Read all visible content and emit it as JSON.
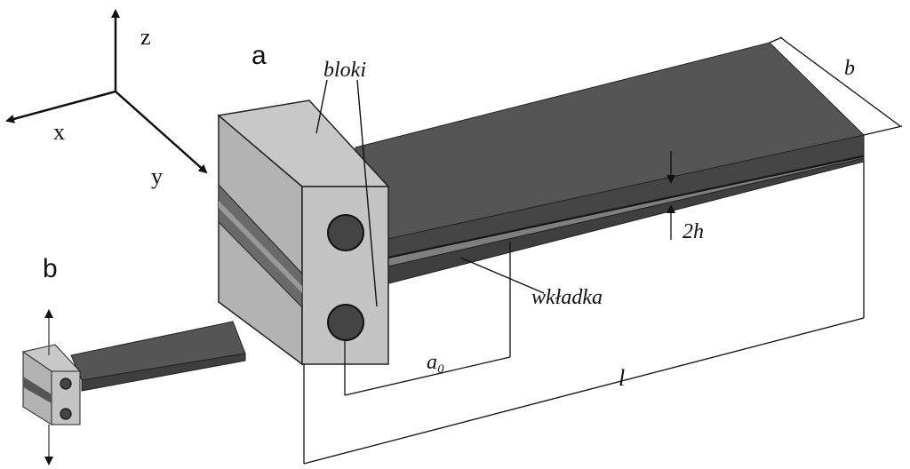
{
  "axes": {
    "z": "z",
    "x": "x",
    "y": "y"
  },
  "panels": {
    "a": "a",
    "b": "b"
  },
  "labels": {
    "bloki": "bloki",
    "wkladka": "wkładka",
    "b_dim": "b",
    "h_dim": "2h",
    "a0_dim": "a₀",
    "l_dim": "l"
  },
  "colors": {
    "beam_top": "#555555",
    "beam_side": "#3f3f3f",
    "block_light": "#c4c4c4",
    "block_mid": "#b3b3b3",
    "insert_strip": "#7f7f7f",
    "hole": "#444444",
    "line": "#111111"
  }
}
